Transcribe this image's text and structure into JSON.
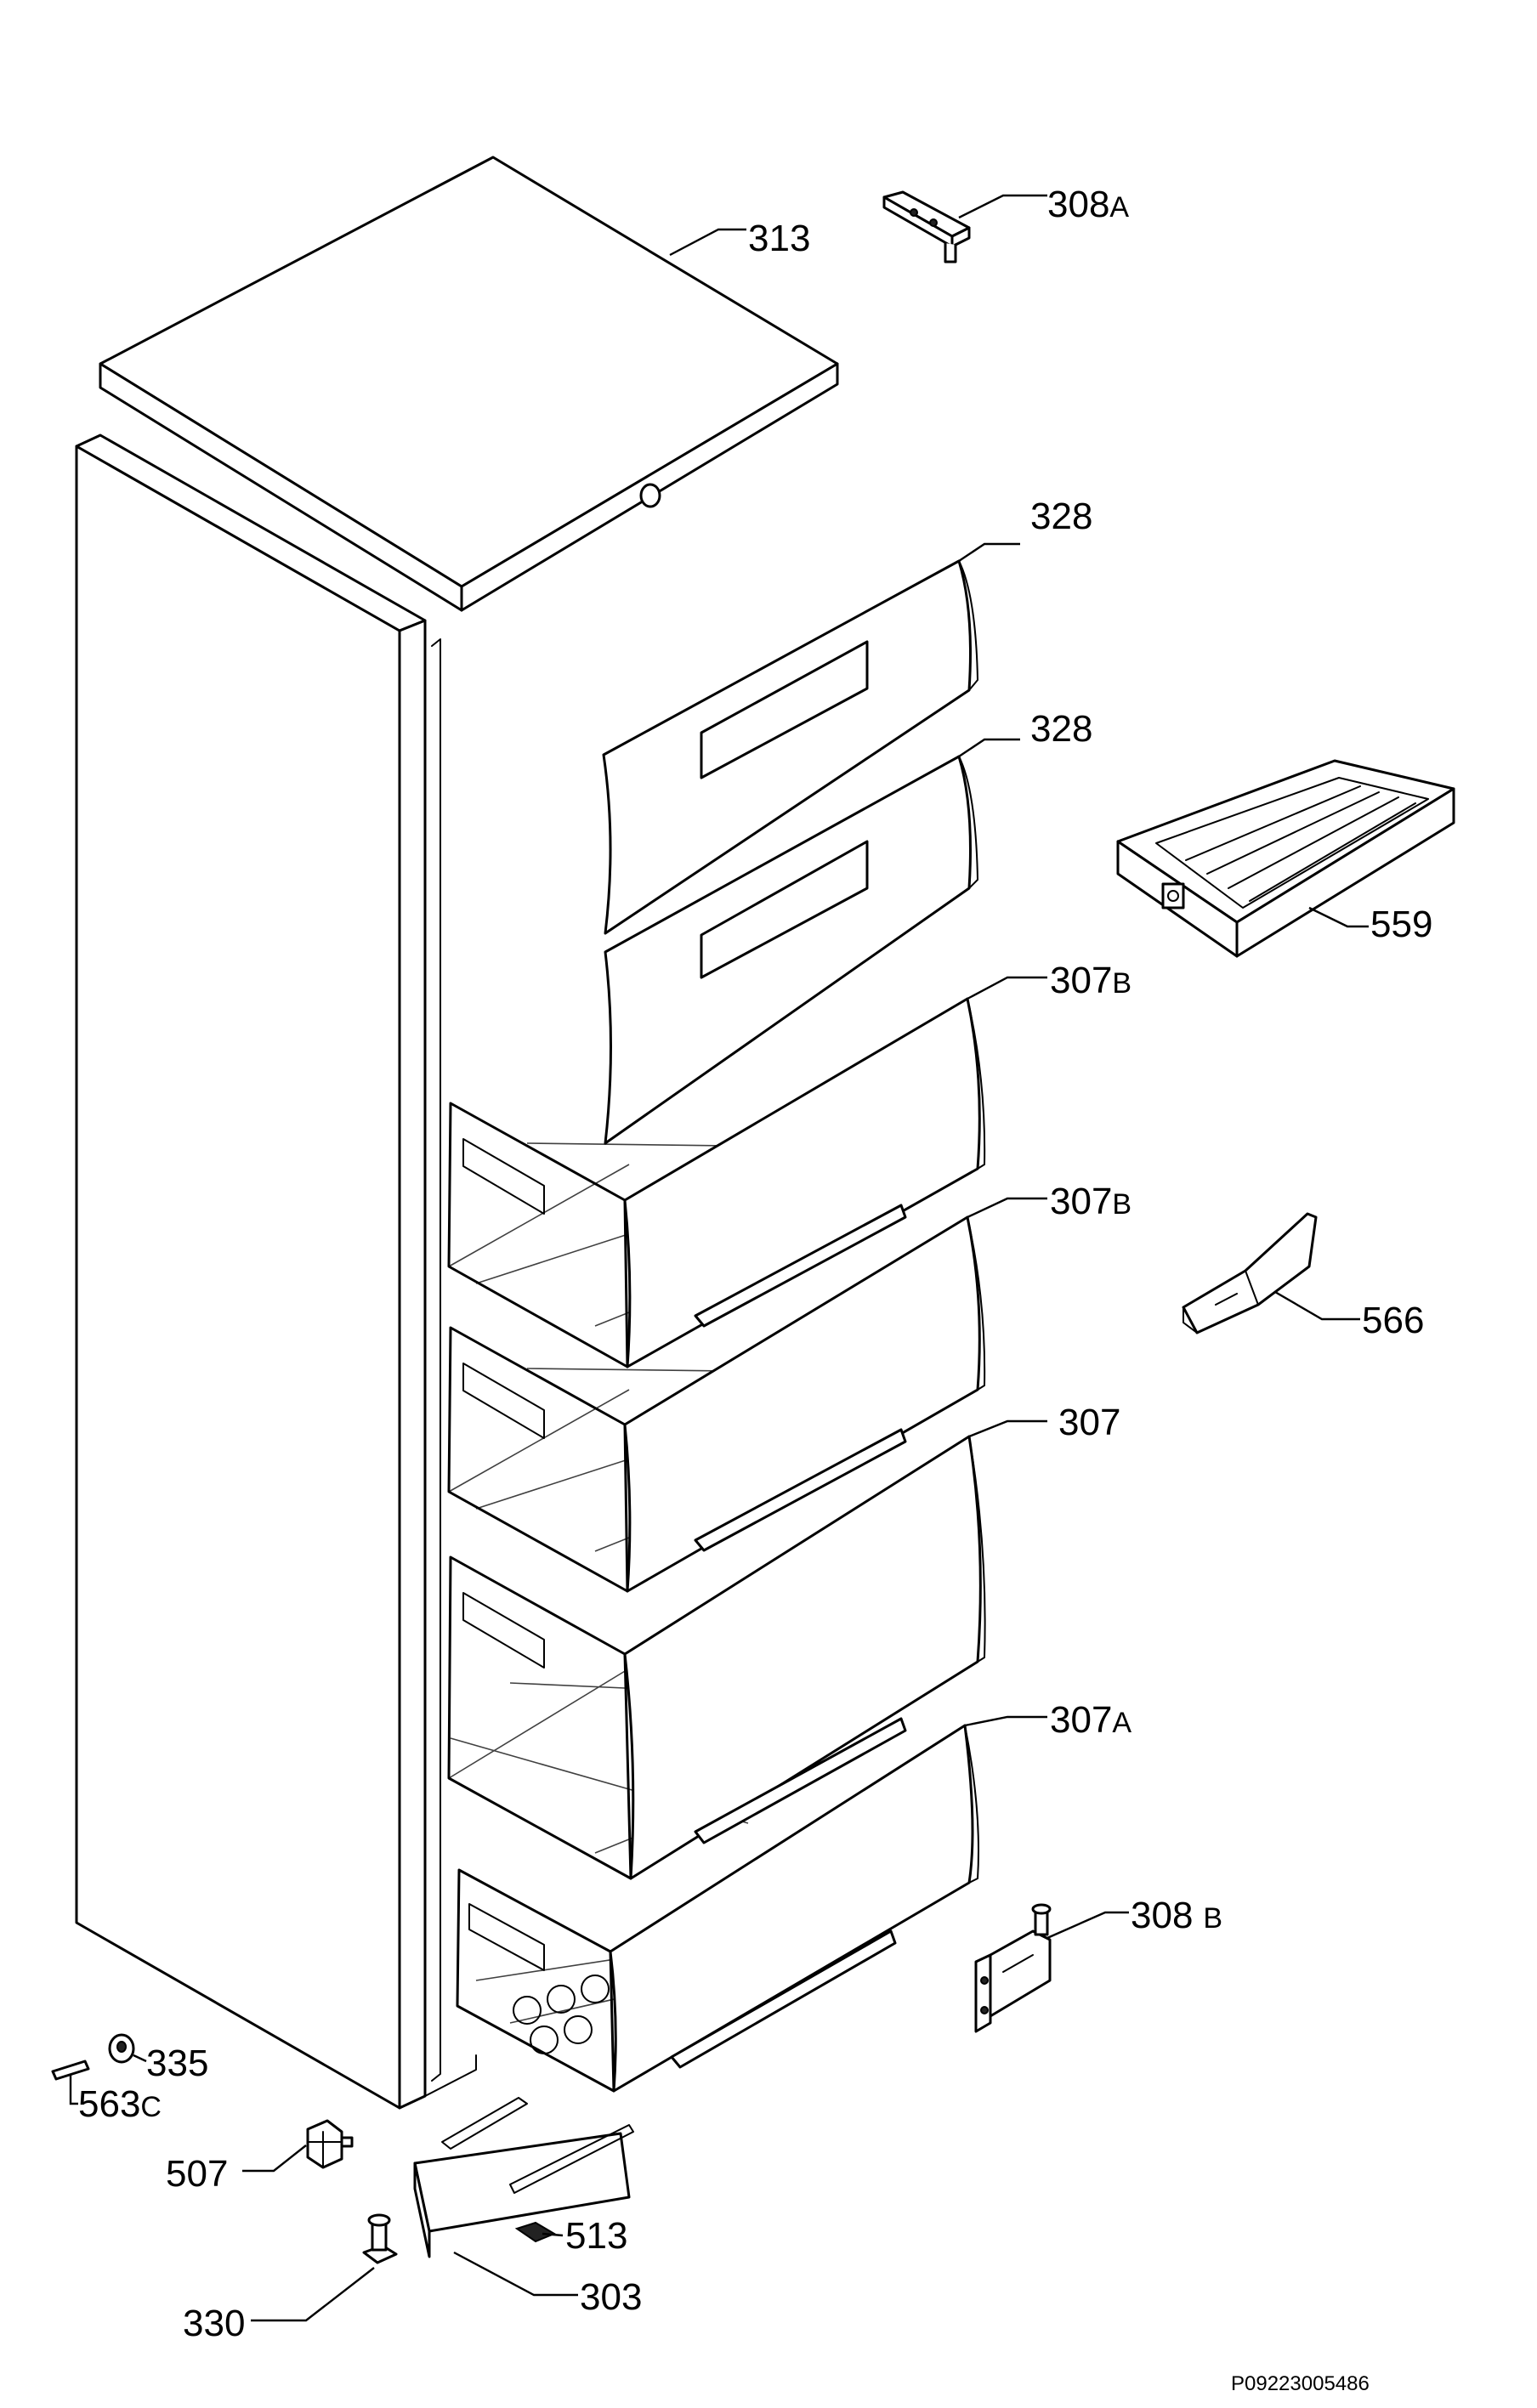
{
  "reference_code": "P09223005486",
  "callouts": {
    "c313": {
      "num": "313",
      "suffix": ""
    },
    "c308a": {
      "num": "308",
      "suffix": "A"
    },
    "c328a": {
      "num": "328",
      "suffix": ""
    },
    "c328b": {
      "num": "328",
      "suffix": ""
    },
    "c559": {
      "num": "559",
      "suffix": ""
    },
    "c307b1": {
      "num": "307",
      "suffix": "B"
    },
    "c307b2": {
      "num": "307",
      "suffix": "B"
    },
    "c566": {
      "num": "566",
      "suffix": ""
    },
    "c307": {
      "num": "307",
      "suffix": ""
    },
    "c307a": {
      "num": "307",
      "suffix": "A"
    },
    "c308b": {
      "num": "308",
      "suffix": "B"
    },
    "c335": {
      "num": "335",
      "suffix": ""
    },
    "c563c": {
      "num": "563",
      "suffix": "C"
    },
    "c507": {
      "num": "507",
      "suffix": ""
    },
    "c513": {
      "num": "513",
      "suffix": ""
    },
    "c303": {
      "num": "303",
      "suffix": ""
    },
    "c330": {
      "num": "330",
      "suffix": ""
    }
  }
}
